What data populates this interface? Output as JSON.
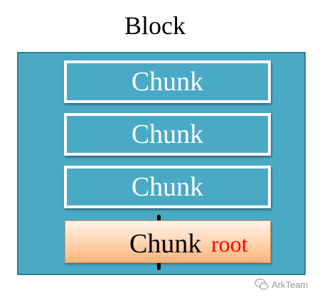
{
  "title": "Block",
  "chunks": [
    {
      "label": "Chunk"
    },
    {
      "label": "Chunk"
    },
    {
      "label": "Chunk"
    }
  ],
  "root_chunk": {
    "label": "Chunk",
    "tag": "root"
  },
  "watermark": {
    "text": "ArkTeam",
    "icon": "wechat-icon"
  },
  "colors": {
    "block_fill": "#4aaac6",
    "block_border": "#2f7f93",
    "chunk_border": "#ffffff",
    "root_fill": "#ffd3ad",
    "root_tag": "#ff0000"
  }
}
